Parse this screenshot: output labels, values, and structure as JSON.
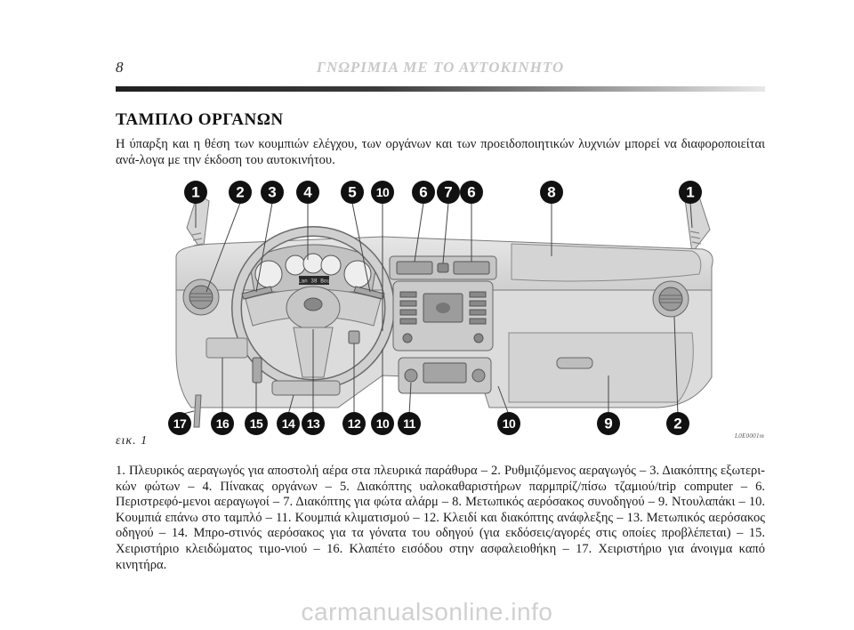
{
  "header": {
    "page_number": "8",
    "running_title": "ΓΝΩΡΙΜΙΑ ΜΕ ΤΟ ΑΥΤΟΚΙΝΗΤΟ"
  },
  "section": {
    "title": "ΤΑΜΠΛΟ ΟΡΓΑΝΩΝ",
    "intro": "Η ύπαρξη και η θέση των κουμπιών ελέγχου, των οργάνων και των προειδοποιητικών λυχνιών μπορεί να διαφοροποιείται ανά-λογα με την έκδοση του αυτοκινήτου."
  },
  "figure": {
    "caption": "εικ. 1",
    "code": "L0E0001m",
    "display_text": "Lan 38 Bou",
    "top_callouts": [
      "1",
      "2",
      "3",
      "4",
      "5",
      "10",
      "6",
      "7",
      "6",
      "8",
      "1"
    ],
    "bottom_callouts": [
      "17",
      "16",
      "15",
      "14",
      "13",
      "12",
      "10",
      "11",
      "10",
      "9",
      "2"
    ]
  },
  "legend": {
    "text": "1. Πλευρικός αεραγωγός για αποστολή αέρα στα πλευρικά παράθυρα – 2. Ρυθμιζόμενος αεραγωγός – 3. Διακόπτης εξωτερι-κών φώτων – 4. Πίνακας οργάνων – 5. Διακόπτης υαλοκαθαριστήρων παρμπρίζ/πίσω τζαμιού/trip computer – 6. Περιστρεφό-μενοι αεραγωγοί – 7. Διακόπτης για φώτα αλάρμ – 8. Μετωπικός αερόσακος συνοδηγού – 9. Ντουλαπάκι – 10. Κουμπιά επάνω στο ταμπλό – 11. Κουμπιά κλιματισμού – 12. Κλειδί και διακόπτης ανάφλεξης – 13. Μετωπικός αερόσακος οδηγού – 14. Μπρο-στινός αερόσακος για τα γόνατα του οδηγού (για εκδόσεις/αγορές στις οποίες προβλέπεται) – 15. Χειριστήριο κλειδώματος τιμο-νιού – 16. Κλαπέτο εισόδου στην ασφαλειοθήκη – 17. Χειριστήριο για άνοιγμα καπό κινητήρα."
  },
  "watermark": "carmanualsonline.info",
  "colors": {
    "badge": "#111111",
    "drawing_fill": "#dcdcdc",
    "drawing_stroke": "#7a7a7a",
    "rule_dark": "#202020"
  }
}
